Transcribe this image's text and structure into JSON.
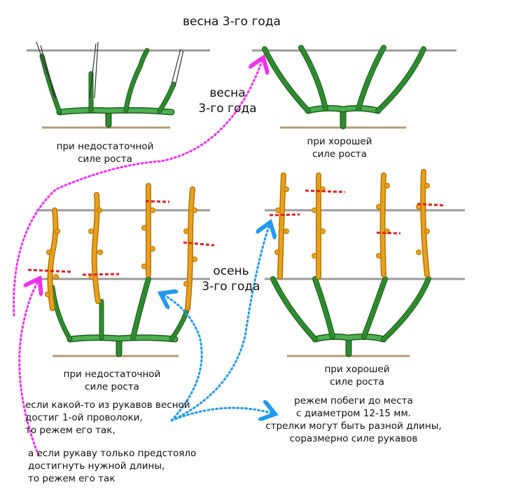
{
  "title_top": "весна 3-го года",
  "spring_label": {
    "line1": "весна",
    "line2": "3-го года"
  },
  "autumn_label": {
    "line1": "осень",
    "line2": "3-го года"
  },
  "panels": {
    "top_left_caption": {
      "line1": "при недостаточной",
      "line2": "силе роста"
    },
    "top_right_caption": {
      "line1": "при хорошей",
      "line2": "силе роста"
    },
    "bottom_left_caption": {
      "line1": "при недостаточной",
      "line2": "силе роста"
    },
    "bottom_right_caption": {
      "line1": "при хорошей",
      "line2": "силе роста"
    }
  },
  "notes": {
    "note1": {
      "line1": "если какой-то из рукавов весной",
      "line2": "достиг 1-ой проволоки,",
      "line3": "то режем его так,"
    },
    "note2": {
      "line1": "а если рукаву только предстояло",
      "line2": "достигнуть нужной длины,",
      "line3": "то режем его так"
    },
    "note3": {
      "line1": "режем побеги до места",
      "line2": "с диаметром 12-15 мм.",
      "line3": "стрелки могут быть разной длины,",
      "line4": "соразмерно силе рукавов"
    }
  },
  "colors": {
    "wire": "#9a9a9a",
    "ground": "#b59b75",
    "vine_green": "#2e8b2e",
    "vine_dark": "#1f5f1f",
    "shoot_orange": "#e8a020",
    "shoot_dark": "#b77600",
    "cut_mark": "#e02020",
    "arrow_magenta": "#ee33ee",
    "arrow_blue": "#2299ee"
  }
}
